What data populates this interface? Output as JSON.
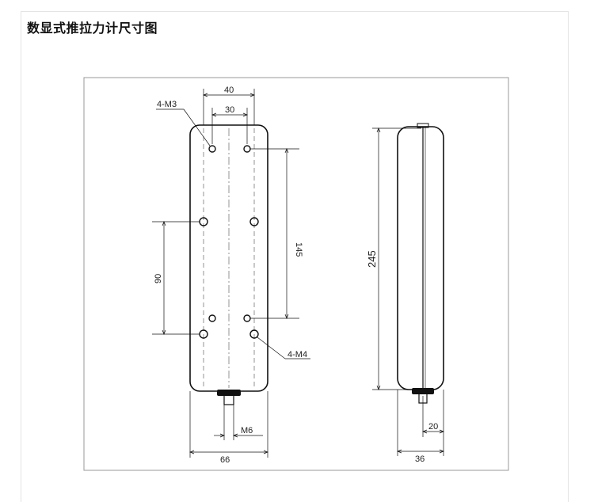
{
  "title": "数显式推拉力计尺寸图",
  "labels": {
    "hole_top": "4-M3",
    "hole_bottom": "4-M4",
    "dim_40": "40",
    "dim_30": "30",
    "dim_145": "145",
    "dim_90": "90",
    "dim_245": "245",
    "dim_m6": "M6",
    "dim_66": "66",
    "dim_36": "36",
    "dim_20": "20"
  }
}
